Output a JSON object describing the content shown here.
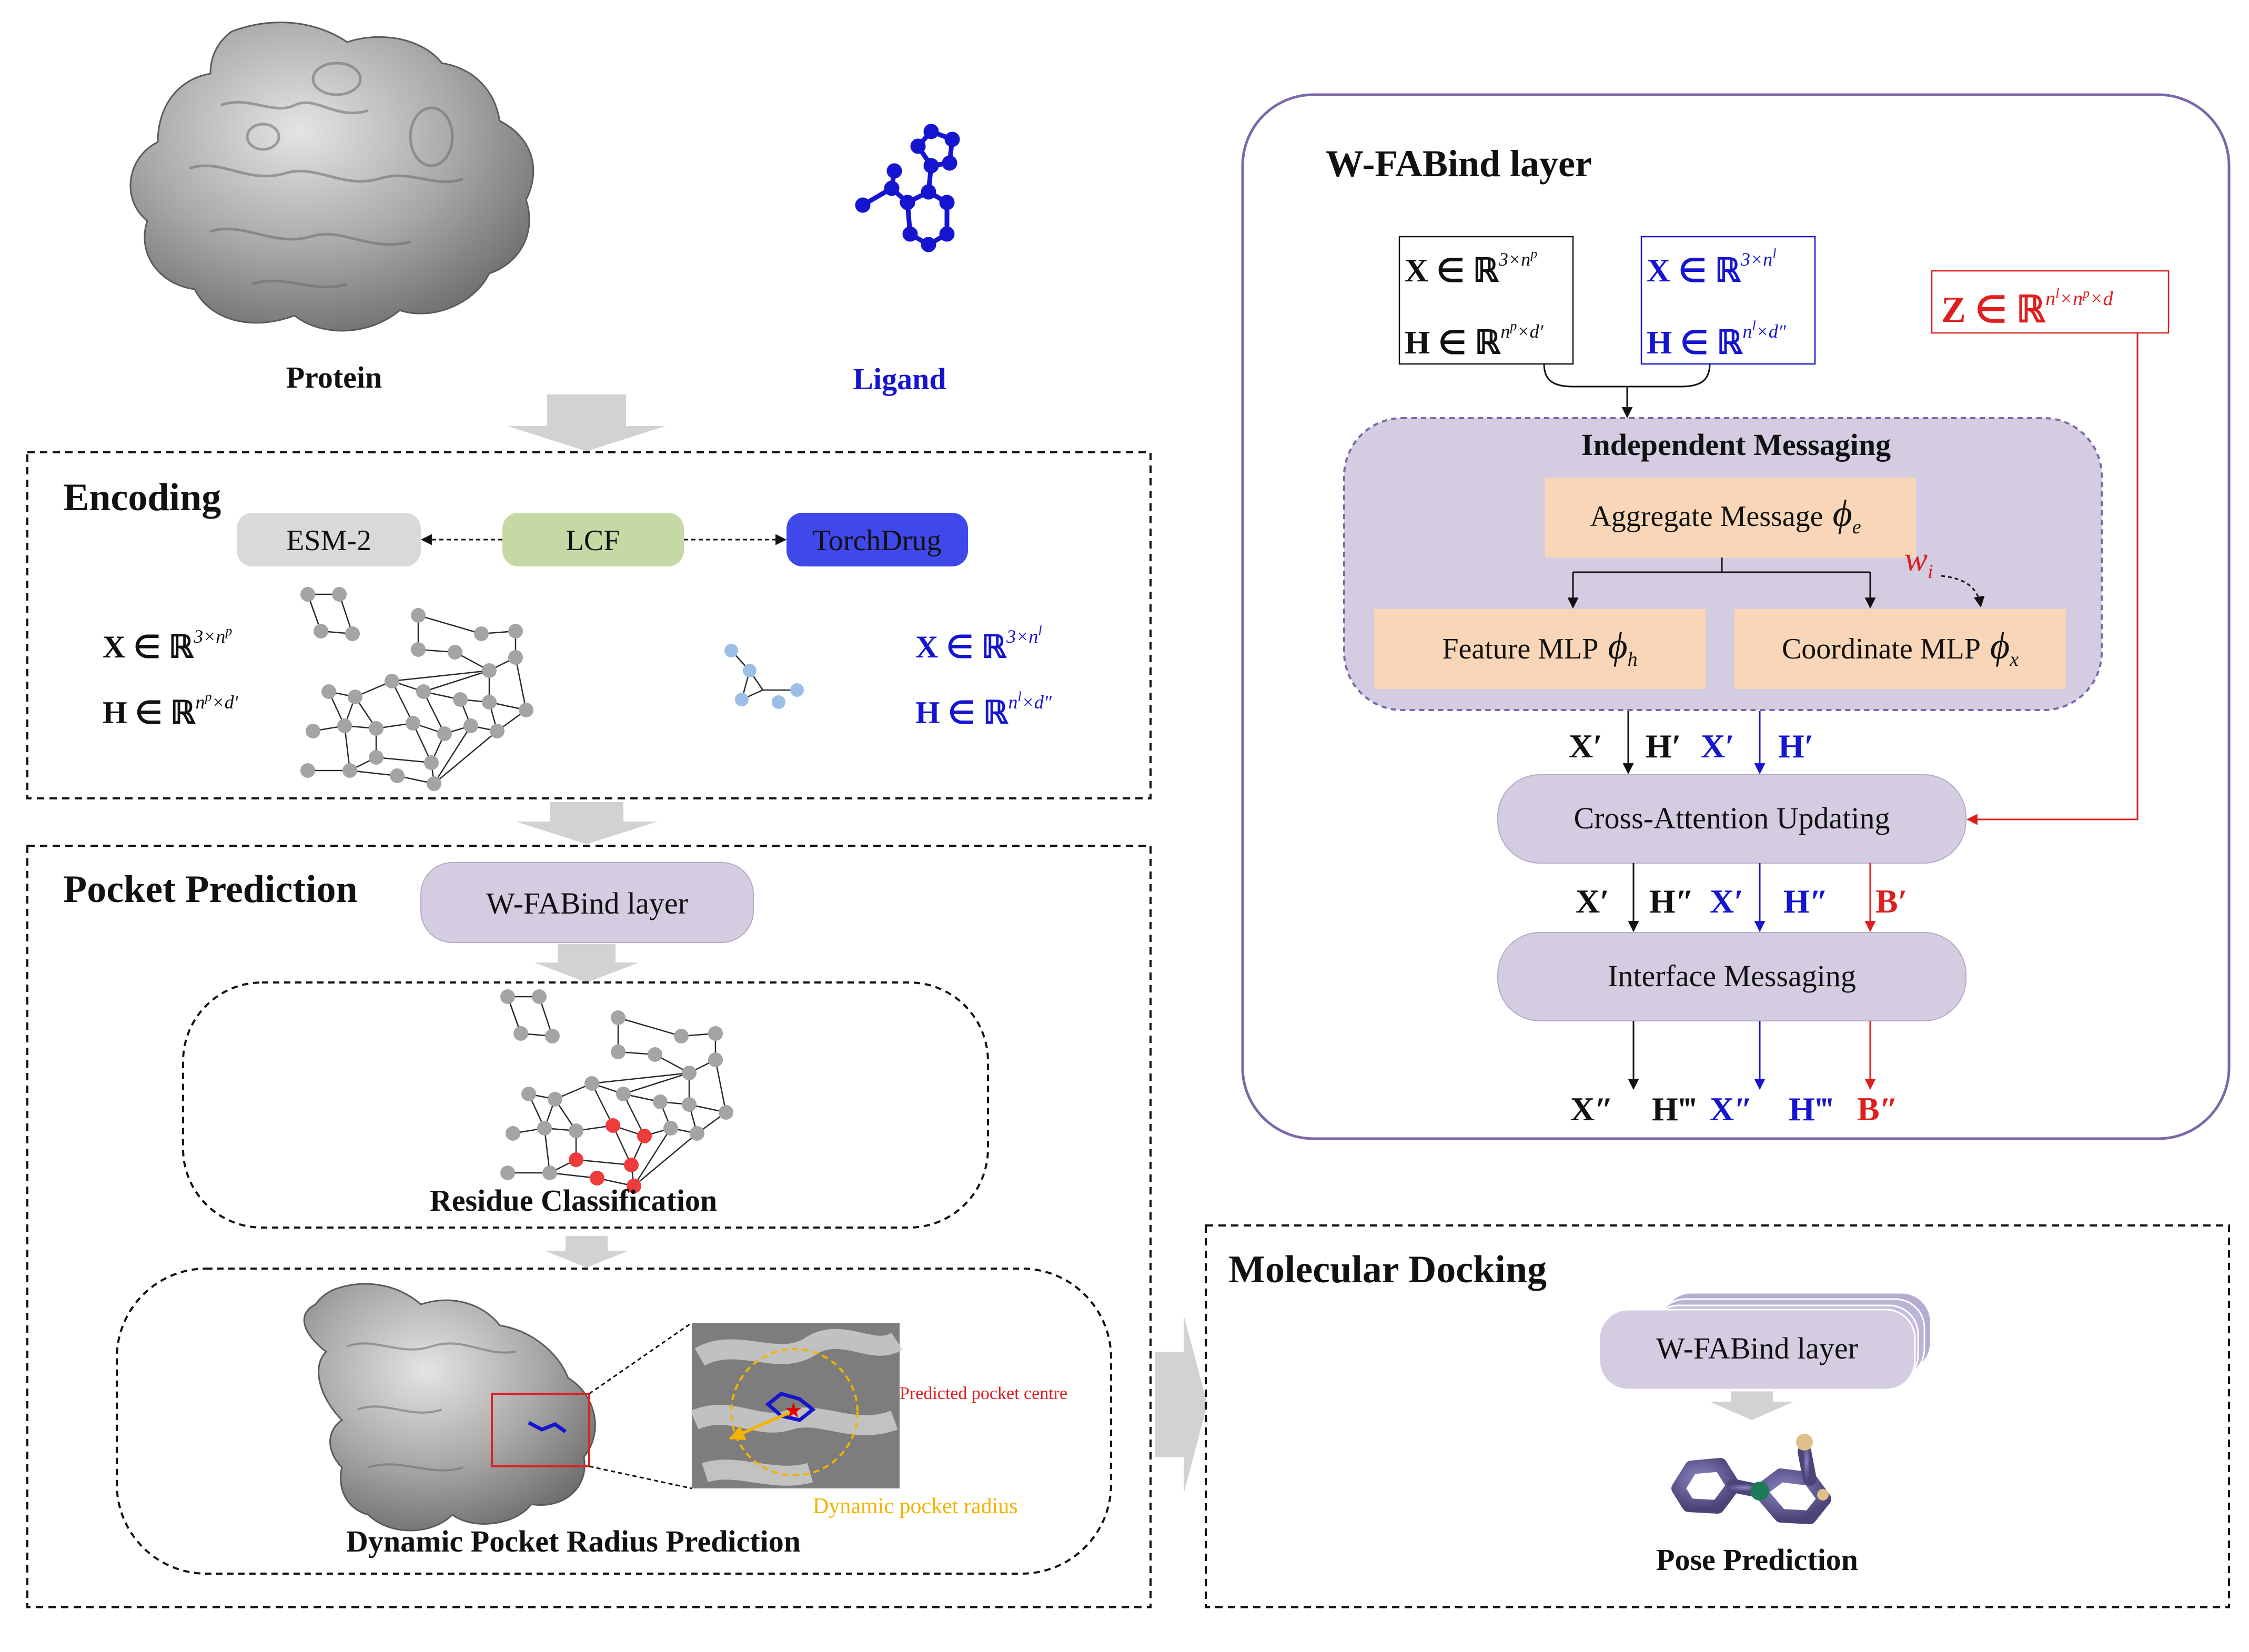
{
  "top": {
    "protein_label": "Protein",
    "ligand_label": "Ligand"
  },
  "encoding": {
    "title": "Encoding",
    "esm_label": "ESM-2",
    "lcf_label": "LCF",
    "torchdrug_label": "TorchDrug",
    "protein_x": "X ∈ ℝ",
    "protein_x_sup": "3×n",
    "protein_x_supsup": "p",
    "protein_h": "H ∈ ℝ",
    "protein_h_sup": "n",
    "protein_h_supsup": "p",
    "protein_h_sup2": "×d′",
    "ligand_x": "X ∈ ℝ",
    "ligand_x_sup": "3×n",
    "ligand_x_supsup": "l",
    "ligand_h": "H ∈ ℝ",
    "ligand_h_sup": "n",
    "ligand_h_supsup": "l",
    "ligand_h_sup2": "×d″"
  },
  "pocket": {
    "title": "Pocket Prediction",
    "layer_label": "W-FABind layer",
    "residue_label": "Residue Classification",
    "radius_label": "Dynamic Pocket Radius Prediction",
    "centre_label": "Predicted pocket centre",
    "radius_annotation": "Dynamic pocket radius"
  },
  "wfabind": {
    "title": "W-FABind layer",
    "in_x_black": "X ∈ ℝ",
    "in_x_black_sup": "3×n",
    "in_x_black_supsup": "p",
    "in_h_black": "H ∈ ℝ",
    "in_h_black_sup": "n",
    "in_h_black_supsup": "p",
    "in_h_black_sup2": "×d′",
    "in_x_blue": "X ∈ ℝ",
    "in_x_blue_sup": "3×n",
    "in_x_blue_supsup": "l",
    "in_h_blue": "H ∈ ℝ",
    "in_h_blue_sup": "n",
    "in_h_blue_supsup": "l",
    "in_h_blue_sup2": "×d″",
    "in_z": "Z ∈ ℝ",
    "in_z_sup": "n",
    "in_z_supsup1": "l",
    "in_z_sup2": "×n",
    "in_z_supsup2": "p",
    "in_z_sup3": "×d",
    "independent_title": "Independent Messaging",
    "aggregate_label": "Aggregate Message",
    "aggregate_sym": "ϕ",
    "aggregate_sub": "e",
    "feature_label": "Feature MLP",
    "feature_sym": "ϕ",
    "feature_sub": "h",
    "coordinate_label": "Coordinate MLP",
    "coordinate_sym": "ϕ",
    "coordinate_sub": "x",
    "weight_sym": "w",
    "weight_sub": "i",
    "row1": [
      "X′",
      "H′",
      "X′",
      "H′"
    ],
    "cross_label": "Cross-Attention Updating",
    "row2": [
      "X′",
      "H″",
      "X′",
      "H″",
      "B′"
    ],
    "interface_label": "Interface Messaging",
    "row3": [
      "X″",
      "H‴",
      "X″",
      "H‴",
      "B″"
    ]
  },
  "docking": {
    "title": "Molecular Docking",
    "layer_label": "W-FABind layer",
    "pose_label": "Pose Prediction"
  },
  "colors": {
    "blue": "#1515d0",
    "red": "#dd1f1f",
    "purple_box": "#d4cde2",
    "orange_box": "#f9d6b7",
    "esm_gray": "#d9d9d9",
    "lcf_green": "#c6d8a4",
    "torch_blue": "#3f48e8",
    "gold": "#f2b400"
  }
}
